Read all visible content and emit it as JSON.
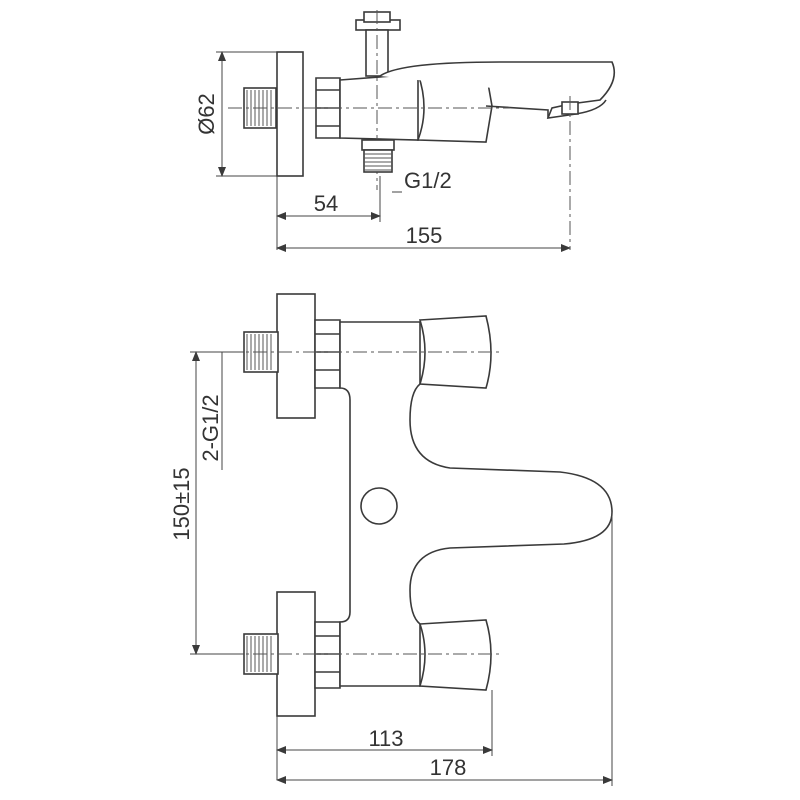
{
  "dimensions": {
    "diameter": "Ø62",
    "inlet_thread": "G1/2",
    "offset": "54",
    "depth_total": "155",
    "center_distance": "150±15",
    "inlet_thread_pair": "2-G1/2",
    "spout_reach": "113",
    "overall_length": "178"
  },
  "colors": {
    "line": "#3a3a3a",
    "background": "#ffffff"
  }
}
